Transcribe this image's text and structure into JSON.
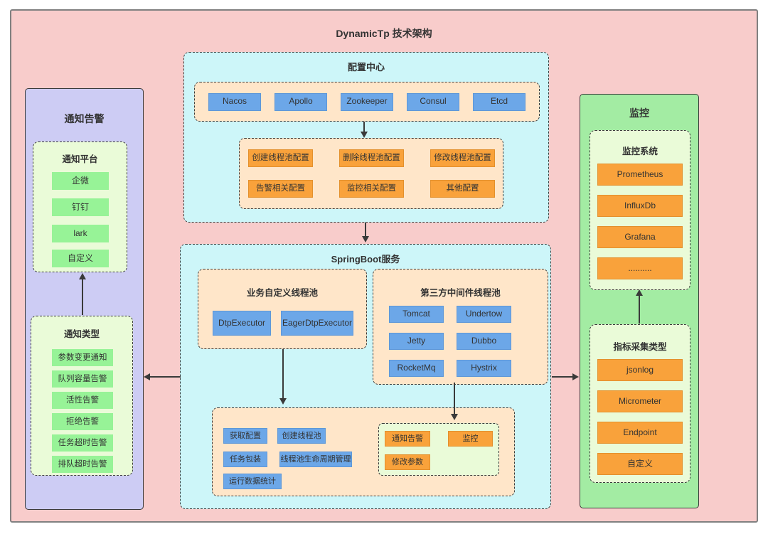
{
  "title": "DynamicTp 技术架构",
  "colors": {
    "outer_bg": "#F8CCCB",
    "alert_panel_bg": "#CDCCF4",
    "cyan_bg": "#CDF6F9",
    "peach_bg": "#FFE6C9",
    "lightgreen_bg": "#EAFBD8",
    "green_item": "#97F397",
    "monitor_panel_bg": "#A3ECA3",
    "blue_item": "#6CA7E8",
    "orange_item": "#F9A23B"
  },
  "alert_panel": {
    "title": "通知告警",
    "platform": {
      "title": "通知平台",
      "items": [
        "企微",
        "钉钉",
        "lark",
        "自定义"
      ]
    },
    "types": {
      "title": "通知类型",
      "items": [
        "参数变更通知",
        "队列容量告警",
        "活性告警",
        "拒绝告警",
        "任务超时告警",
        "排队超时告警"
      ]
    }
  },
  "config_center": {
    "title": "配置中心",
    "registries": [
      "Nacos",
      "Apollo",
      "Zookeeper",
      "Consul",
      "Etcd"
    ],
    "configs": [
      "创建线程池配置",
      "删除线程池配置",
      "修改线程池配置",
      "告警相关配置",
      "监控相关配置",
      "其他配置"
    ]
  },
  "springboot": {
    "title": "SpringBoot服务",
    "biz_pool": {
      "title": "业务自定义线程池",
      "items": [
        "DtpExecutor",
        "EagerDtpExecutor"
      ]
    },
    "third_pool": {
      "title": "第三方中间件线程池",
      "items": [
        "Tomcat",
        "Undertow",
        "Jetty",
        "Dubbo",
        "RocketMq",
        "Hystrix"
      ]
    },
    "core": {
      "items": [
        "获取配置",
        "创建线程池",
        "任务包装",
        "线程池生命周期管理",
        "运行数据统计"
      ]
    },
    "actions": {
      "items": [
        "通知告警",
        "监控",
        "修改参数"
      ]
    }
  },
  "monitor_panel": {
    "title": "监控",
    "systems": {
      "title": "监控系统",
      "items": [
        "Prometheus",
        "InfluxDb",
        "Grafana",
        ".........."
      ]
    },
    "collectors": {
      "title": "指标采集类型",
      "items": [
        "jsonlog",
        "Micrometer",
        "Endpoint",
        "自定义"
      ]
    }
  }
}
